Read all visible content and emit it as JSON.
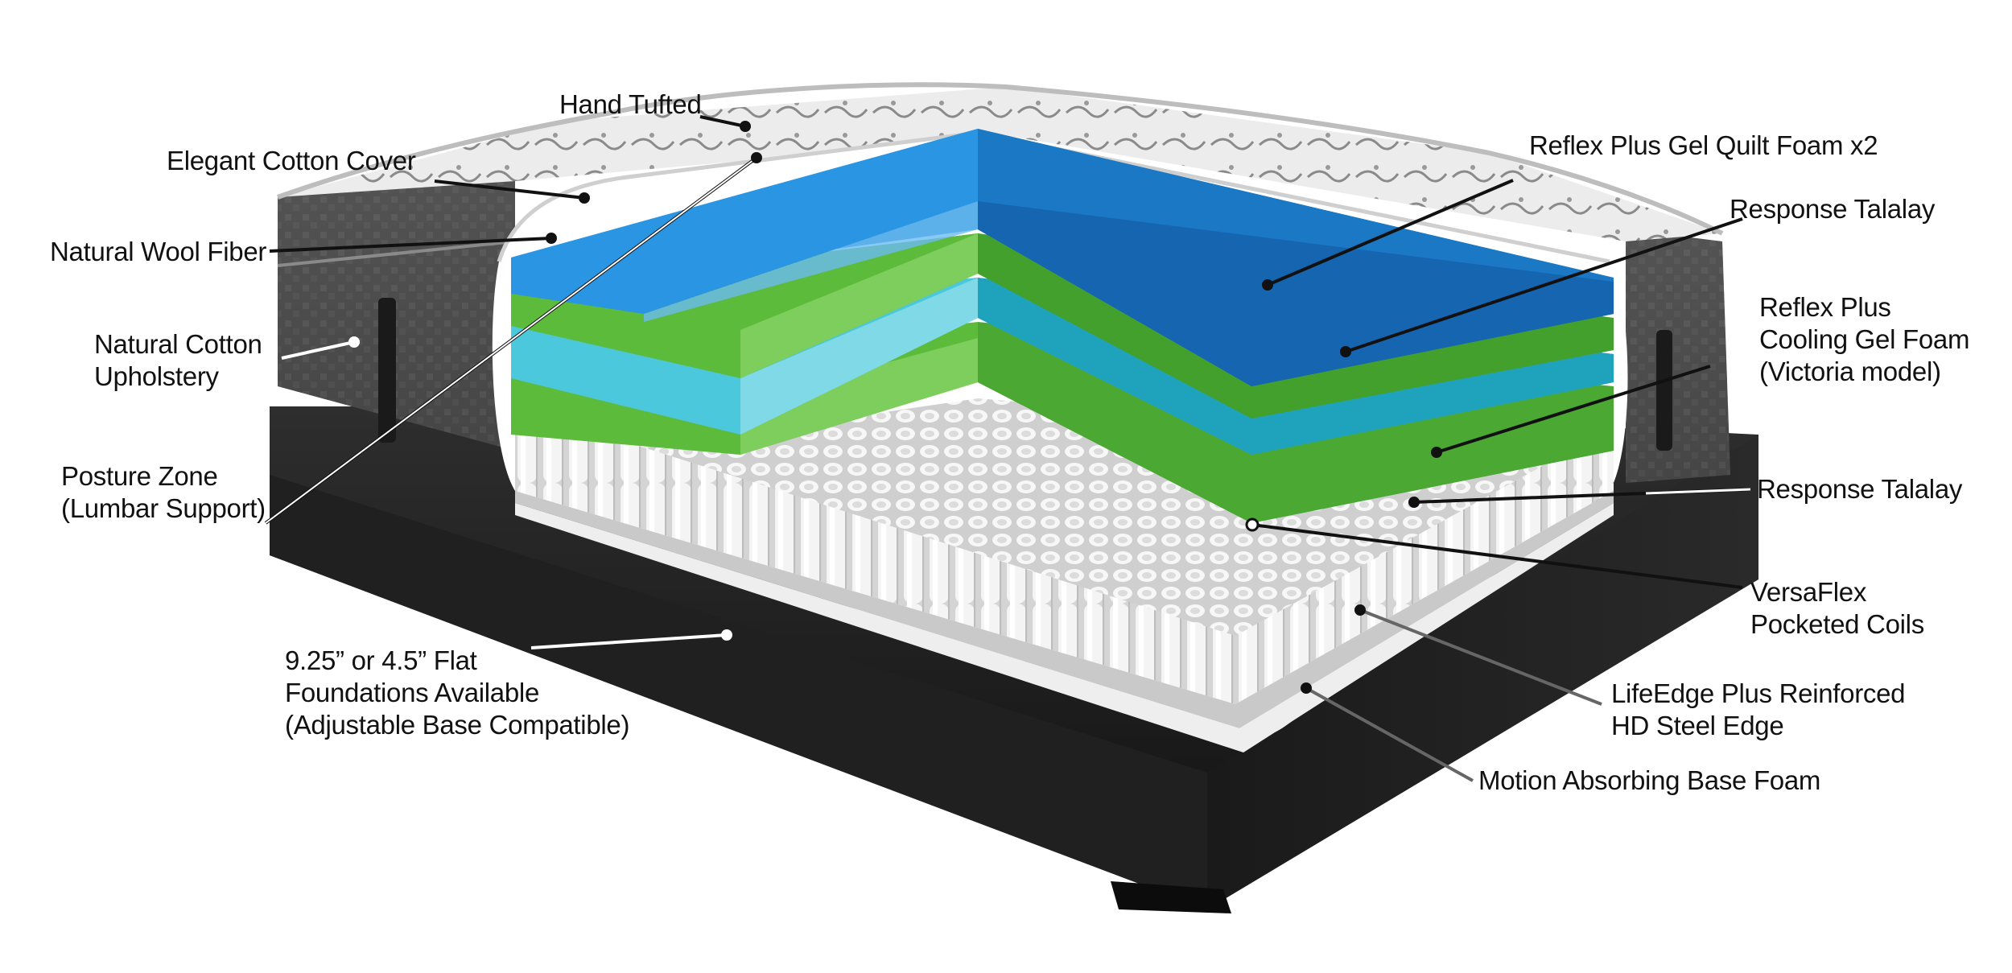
{
  "colors": {
    "quilt_foam": "#1f86d6",
    "talalay": "#5dbb3c",
    "cooling_gel": "#2bb7d0",
    "coils": "#e6e6e6",
    "cover": "#4a4a4a",
    "foundation": "#1c1c1c"
  },
  "labels": {
    "hand_tufted": [
      "Hand Tufted"
    ],
    "elegant_cotton_cover": [
      "Elegant Cotton Cover"
    ],
    "natural_wool_fiber": [
      "Natural Wool Fiber"
    ],
    "natural_cotton_upholstery": [
      "Natural Cotton",
      "Upholstery"
    ],
    "posture_zone": [
      "Posture Zone",
      "(Lumbar Support)"
    ],
    "foundations": [
      "9.25” or 4.5” Flat",
      "Foundations Available",
      "(Adjustable Base Compatible)"
    ],
    "reflex_quilt_foam": [
      "Reflex Plus Gel Quilt Foam x2"
    ],
    "response_talalay_top": [
      "Response Talalay"
    ],
    "reflex_cooling_gel": [
      "Reflex Plus",
      "Cooling Gel Foam",
      "(Victoria model)"
    ],
    "response_talalay_bottom": [
      "Response Talalay"
    ],
    "versaflex_coils": [
      "VersaFlex",
      "Pocketed Coils"
    ],
    "lifeedge": [
      "LifeEdge Plus Reinforced",
      "HD Steel Edge"
    ],
    "motion_base_foam": [
      "Motion Absorbing Base Foam"
    ]
  }
}
